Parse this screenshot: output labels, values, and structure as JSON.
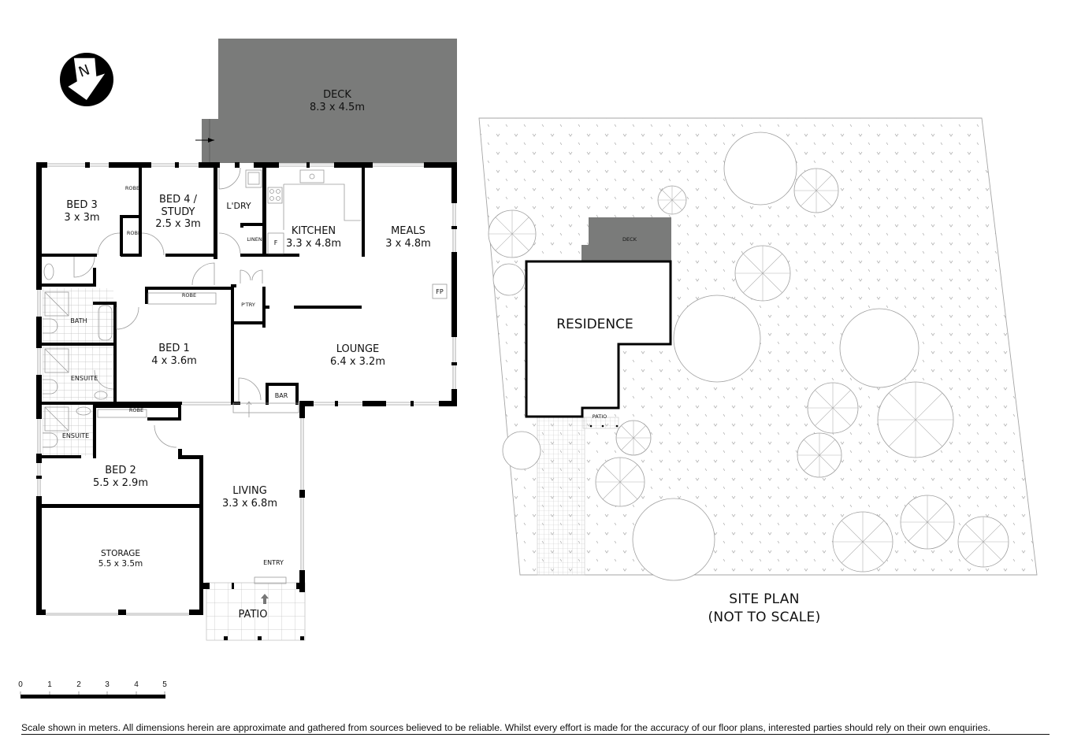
{
  "compass": {
    "label": "N",
    "icon": "north-arrow-icon"
  },
  "floor_plan": {
    "rooms": [
      {
        "id": "deck",
        "name": "DECK",
        "size": "8.3 x 4.5m"
      },
      {
        "id": "bed3",
        "name": "BED 3",
        "size": "3 x 3m"
      },
      {
        "id": "bed4",
        "name": "BED 4 /",
        "name2": "STUDY",
        "size": "2.5 x 3m"
      },
      {
        "id": "ldry",
        "name": "L'DRY"
      },
      {
        "id": "linen",
        "name": "LINEN"
      },
      {
        "id": "fridge",
        "name": "F"
      },
      {
        "id": "kitchen",
        "name": "KITCHEN",
        "size": "3.3 x 4.8m"
      },
      {
        "id": "meals",
        "name": "MEALS",
        "size": "3 x 4.8m"
      },
      {
        "id": "fp",
        "name": "FP"
      },
      {
        "id": "robe_bed3_a",
        "name": "ROBE"
      },
      {
        "id": "robe_bed3_b",
        "name": "ROBE"
      },
      {
        "id": "robe_bed1",
        "name": "ROBE"
      },
      {
        "id": "ptry",
        "name": "P'TRY"
      },
      {
        "id": "bath",
        "name": "BATH"
      },
      {
        "id": "bed1",
        "name": "BED 1",
        "size": "4 x 3.6m"
      },
      {
        "id": "lounge",
        "name": "LOUNGE",
        "size": "6.4 x 3.2m"
      },
      {
        "id": "ensuite1",
        "name": "ENSUITE"
      },
      {
        "id": "bar",
        "name": "BAR"
      },
      {
        "id": "robe_bed2",
        "name": "ROBE"
      },
      {
        "id": "ensuite2",
        "name": "ENSUITE"
      },
      {
        "id": "bed2",
        "name": "BED 2",
        "size": "5.5 x 2.9m"
      },
      {
        "id": "living",
        "name": "LIVING",
        "size": "3.3 x 6.8m"
      },
      {
        "id": "storage",
        "name": "STORAGE",
        "size": "5.5 x 3.5m"
      },
      {
        "id": "entry",
        "name": "ENTRY"
      },
      {
        "id": "patio",
        "name": "PATIO"
      }
    ]
  },
  "site_plan": {
    "residence_label": "RESIDENCE",
    "deck_label": "DECK",
    "patio_label": "PATIO",
    "title_line1": "SITE PLAN",
    "title_line2": "(NOT TO SCALE)"
  },
  "scale_bar": {
    "ticks": [
      "0",
      "1",
      "2",
      "3",
      "4",
      "5"
    ],
    "unit": "meters"
  },
  "disclaimer": "Scale shown in meters. All dimensions herein are approximate and gathered from sources believed to be  reliable. Whilst every effort is made for the accuracy of our floor plans, interested parties should rely on their own enquiries.",
  "colors": {
    "wall": "#000000",
    "deck_fill": "#7a7b7a",
    "line_light": "#9a9a9a",
    "background": "#ffffff"
  }
}
